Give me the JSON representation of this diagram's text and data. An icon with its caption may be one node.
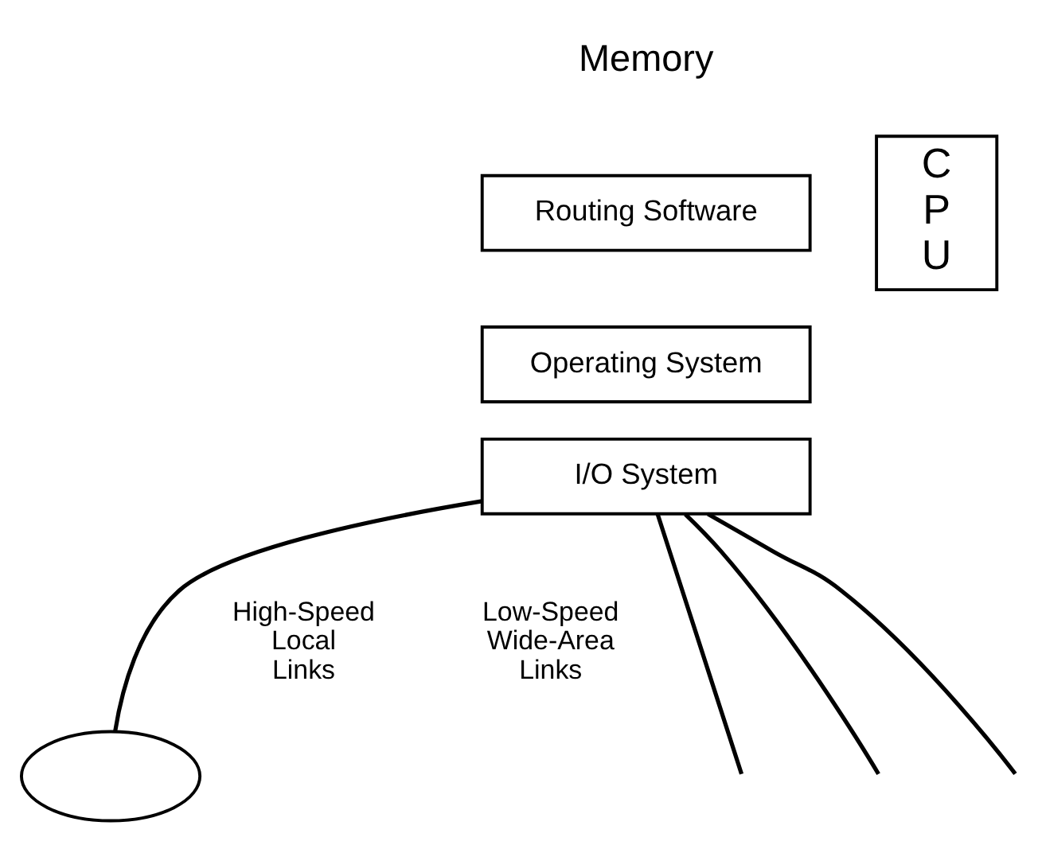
{
  "diagram": {
    "nodes": [
      {
        "text": [
          "Routing Software"
        ]
      },
      {
        "text": [
          "Operating System"
        ]
      },
      {
        "text": [
          "I/O System"
        ]
      },
      {
        "text": [
          "C P U"
        ]
      },
      {
        "text": [],
        "shape": "ellipse"
      }
    ],
    "edges": [
      {
        "from": 2,
        "to": null,
        "arrow": "none"
      },
      {
        "from": 2,
        "to": 4,
        "arrow": "none"
      },
      {
        "from": 2,
        "to": null,
        "arrow": "none"
      },
      {
        "from": 2,
        "to": null,
        "arrow": "none"
      }
    ],
    "labels": [
      "Memory",
      "High-Speed Local Links",
      "Low-Speed Wide-Area Links"
    ]
  }
}
